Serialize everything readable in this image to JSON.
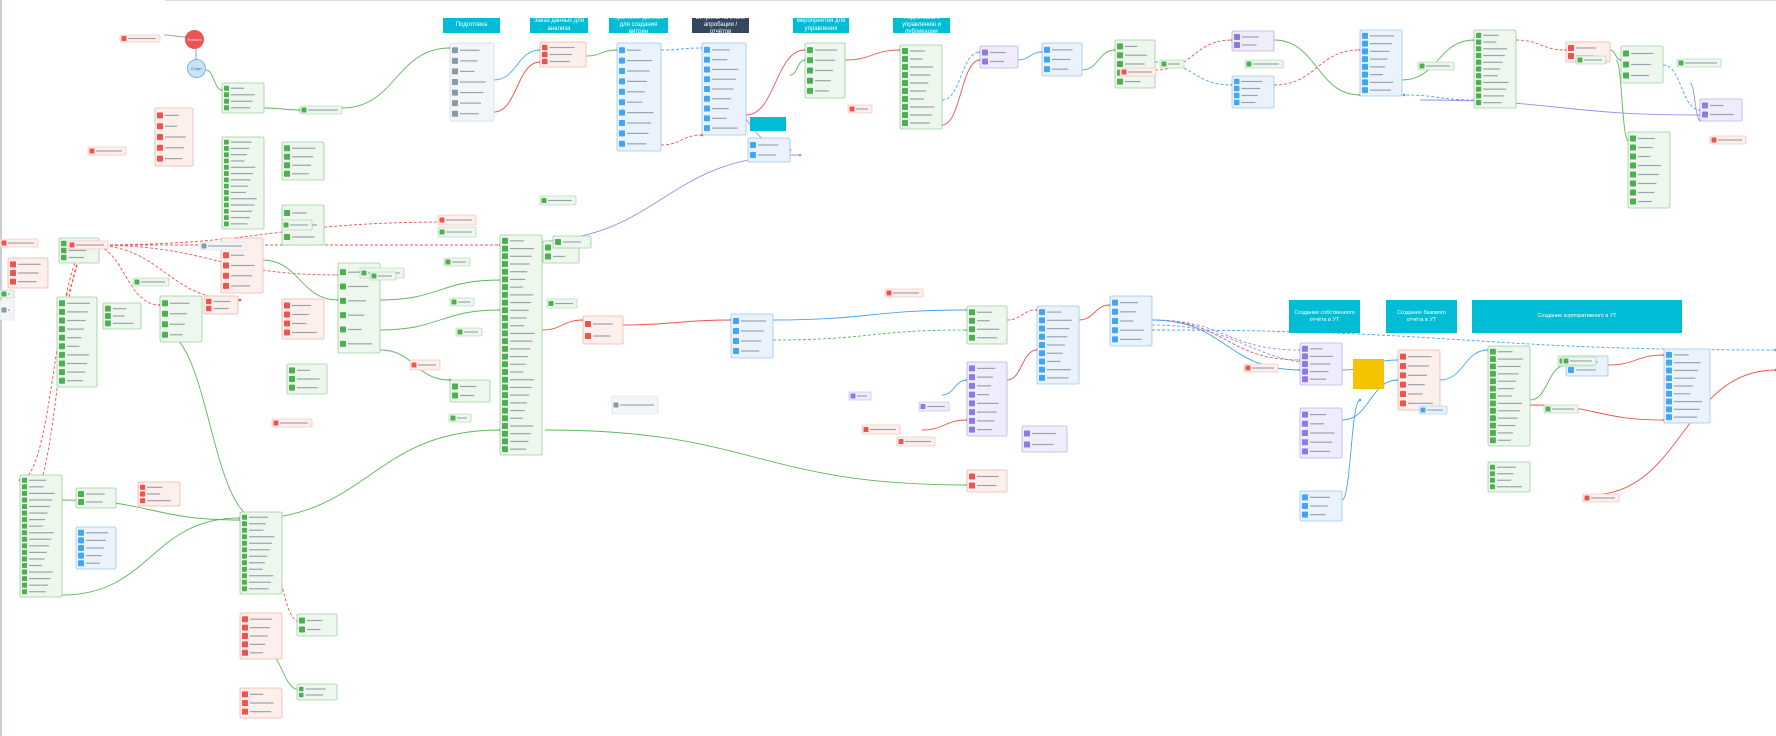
{
  "canvas": {
    "background": "#ffffff",
    "colors": {
      "green": "#5cb85c",
      "red": "#ef5350",
      "blue": "#42a5f5",
      "purple": "#9c8cf0",
      "cyan_label": "#00bcd4",
      "dark_label": "#354660",
      "sticky": "#f5c400"
    }
  },
  "section_labels": [
    {
      "text": "Подготовка",
      "style": "cyan"
    },
    {
      "text": "Заказ данных для анализа",
      "style": "cyan"
    },
    {
      "text": "Хранение данных для создания витрин",
      "style": "cyan"
    },
    {
      "text": "Витрины на этапе апробации / отчётов",
      "style": "dark"
    },
    {
      "text": "Подготовительные мероприятия для управления данными",
      "style": "cyan"
    },
    {
      "text": "Подготовка к управлению и публикации",
      "style": "cyan"
    },
    {
      "text": "",
      "style": "cyan"
    },
    {
      "text": "Создание собственного отчёта в УТ",
      "style": "cyan"
    },
    {
      "text": "Создание базового отчёта в УТ",
      "style": "cyan"
    },
    {
      "text": "Создание корпоративного в УТ",
      "style": "cyan"
    }
  ],
  "end_nodes": [
    {
      "text": "Начало",
      "style": "red"
    },
    {
      "text": "Старт",
      "style": "blue"
    }
  ],
  "sticky_note": {
    "text": ""
  },
  "edge_styles": [
    {
      "color": "green",
      "dashed": false
    },
    {
      "color": "red",
      "dashed": true
    },
    {
      "color": "blue",
      "dashed": true
    },
    {
      "color": "purple",
      "dashed": false
    }
  ]
}
